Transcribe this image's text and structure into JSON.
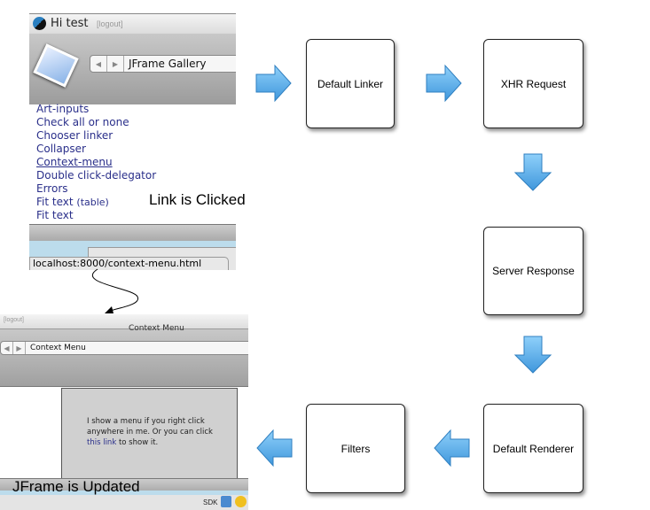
{
  "top_screenshot": {
    "greeting": "Hi test",
    "logout": "[logout]",
    "location": "JFrame Gallery",
    "links": [
      "Art-inputs",
      "Check all or none",
      "Chooser linker",
      "Collapser",
      "Context-menu",
      "Double click-delegator",
      "Errors",
      "Fit text",
      "Fit text"
    ],
    "link_suffix": "(table)",
    "status_url": "localhost:8000/context-menu.html"
  },
  "bottom_screenshot": {
    "logout": "[logout]",
    "window_title": "Context Menu",
    "location": "Context Menu",
    "content_text": "I show a menu if you right click anywhere in me. Or you can click",
    "content_link": "this link",
    "content_tail": " to show it.",
    "dock_label": "SDK"
  },
  "labels": {
    "link_clicked": "Link is Clicked",
    "jframe_updated": "JFrame is Updated"
  },
  "nodes": [
    "Default Linker",
    "XHR Request",
    "Server Response",
    "Default Renderer",
    "Filters"
  ],
  "colors": {
    "arrow": "#5aaee8",
    "link": "#2a2f8a"
  }
}
